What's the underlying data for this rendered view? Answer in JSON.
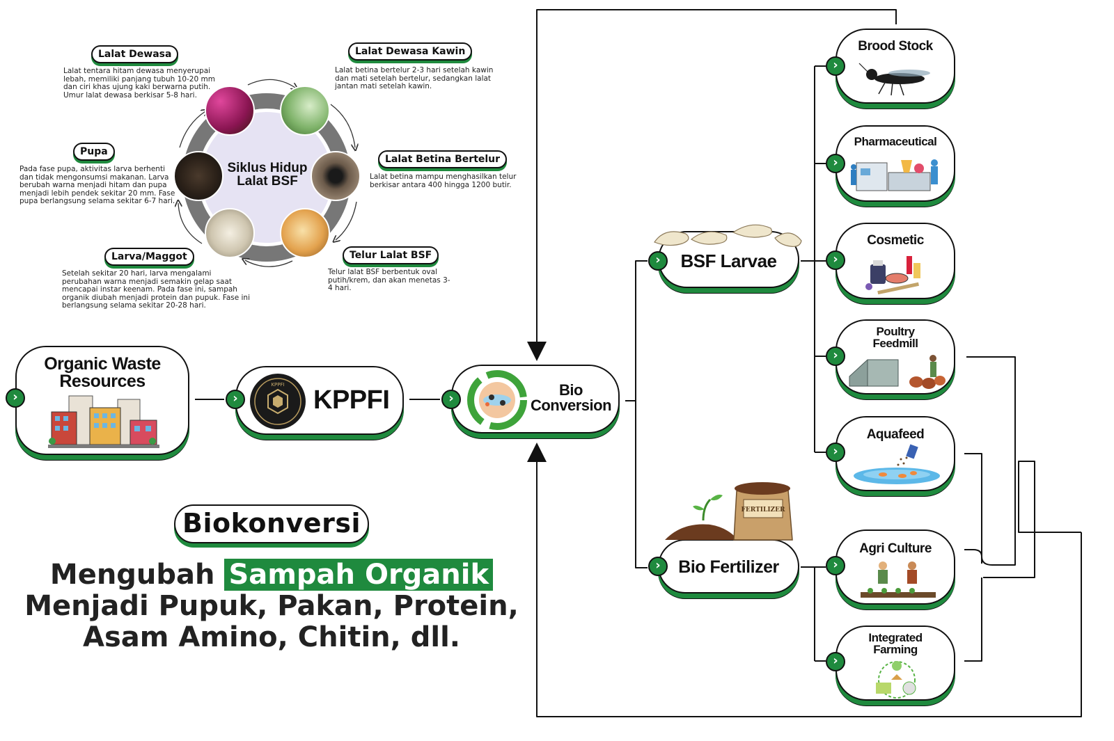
{
  "cycle": {
    "center_line1": "Siklus Hidup",
    "center_line2": "Lalat BSF",
    "stages": {
      "dewasa": {
        "label": "Lalat Dewasa",
        "desc": "Lalat tentara hitam dewasa menyerupai lebah, memiliki panjang tubuh 10-20 mm dan ciri khas ujung kaki berwarna putih. Umur lalat dewasa berkisar 5-8 hari."
      },
      "kawin": {
        "label": "Lalat Dewasa Kawin",
        "desc": "Lalat betina bertelur 2-3 hari setelah kawin dan mati setelah bertelur, sedangkan lalat jantan mati setelah kawin."
      },
      "bertelur": {
        "label": "Lalat Betina Bertelur",
        "desc": "Lalat betina mampu menghasilkan telur berkisar antara 400 hingga 1200 butir."
      },
      "telur": {
        "label": "Telur Lalat BSF",
        "desc": "Telur lalat BSF berbentuk oval putih/krem, dan akan menetas 3-4 hari."
      },
      "larva": {
        "label": "Larva/Maggot",
        "desc": "Setelah sekitar 20 hari, larva mengalami perubahan warna menjadi semakin gelap saat mencapai instar keenam. Pada fase ini, sampah organik diubah menjadi protein dan pupuk. Fase ini berlangsung selama sekitar 20-28 hari."
      },
      "pupa": {
        "label": "Pupa",
        "desc": "Pada fase pupa, aktivitas larva berhenti dan tidak mengonsumsi makanan. Larva berubah warna menjadi hitam dan pupa menjadi lebih pendek sekitar 20 mm. Fase pupa berlangsung selama sekitar 6-7 hari."
      }
    }
  },
  "flow": {
    "organic_line1": "Organic Waste",
    "organic_line2": "Resources",
    "kppfi": "KPPFI",
    "kppfi_logo_text": "KPPFI",
    "bio_line1": "Bio",
    "bio_line2": "Conversion",
    "larvae": "BSF Larvae",
    "fertilizer": "Bio Fertilizer",
    "fertilizer_sack_text": "FERTILIZER"
  },
  "outputs": {
    "brood": "Brood Stock",
    "pharma": "Pharmaceutical",
    "cosmetic": "Cosmetic",
    "poultry_line1": "Poultry",
    "poultry_line2": "Feedmill",
    "aquafeed": "Aquafeed",
    "agri": "Agri Culture",
    "integrated_line1": "Integrated",
    "integrated_line2": "Farming"
  },
  "badge_glyph": "›",
  "bottom": {
    "title": "Biokonversi",
    "line1_prefix": "Mengubah ",
    "line1_highlight": "Sampah Organik",
    "line2": "Menjadi Pupuk, Pakan, Protein,",
    "line3": "Asam Amino, Chitin, dll."
  },
  "colors": {
    "accent_green": "#1f8a3e",
    "outline": "#111111"
  }
}
